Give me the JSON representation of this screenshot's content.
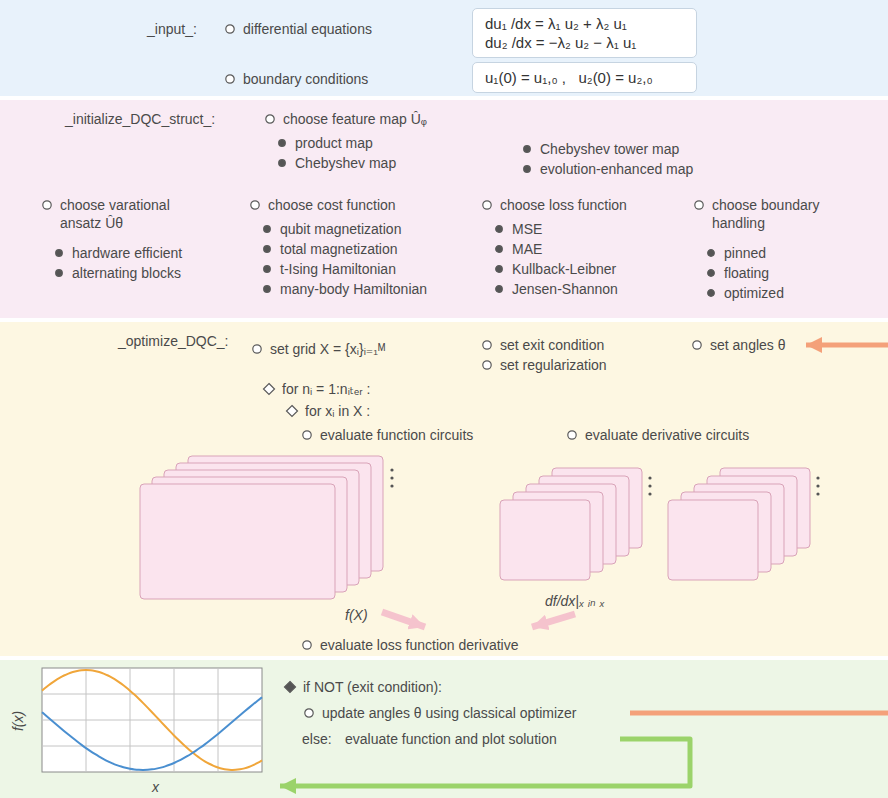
{
  "diagram": {
    "nodes": [
      {
        "text": [
          "_input_:",
          "differential equations",
          "boundary conditions"
        ]
      },
      {
        "text": [
          "du₁ /dx = λ₁ u₂ + λ₂ u₁",
          "du₂ /dx = −λ₂ u₂ − λ₁ u₁"
        ],
        "in": 0
      },
      {
        "text": [
          "u₁(0) = u₁,₀ ,   u₂(0) = u₂,₀"
        ],
        "in": 0
      },
      {
        "text": [
          "_initialize_DQC_struct_:",
          "choose feature map Ûᵩ",
          "product map",
          "Chebyshev map",
          "Chebyshev tower map",
          "evolution-enhanced map",
          "choose varational ansatz Ûθ",
          "hardware efficient",
          "alternating blocks",
          "choose cost function",
          "qubit magnetization",
          "total magnetization",
          "t-Ising Hamiltonian",
          "many-body Hamiltonian",
          "choose loss function",
          "MSE",
          "MAE",
          "Kullback-Leibner",
          "Jensen-Shannon",
          "choose boundary handling",
          "pinned",
          "floating",
          "optimized"
        ]
      },
      {
        "text": [
          "_optimize_DQC_:",
          "set grid X = {xᵢ}ᵢ₌₁ᴹ",
          "set exit condition",
          "set regularization",
          "set angles θ",
          "for nᵢ = 1:nᵢₜₑᵣ :",
          "for xᵢ in X :",
          "evaluate function circuits",
          "evaluate derivative circuits",
          "f(X)",
          "df/dx|ₓ ᵢₙ ₓ",
          "evaluate loss function derivative"
        ]
      },
      {
        "text": [
          "if NOT (exit condition):",
          "update angles θ using classical optimizer",
          "else:",
          "evaluate function and plot solution",
          "f(x)",
          "x"
        ]
      }
    ]
  }
}
